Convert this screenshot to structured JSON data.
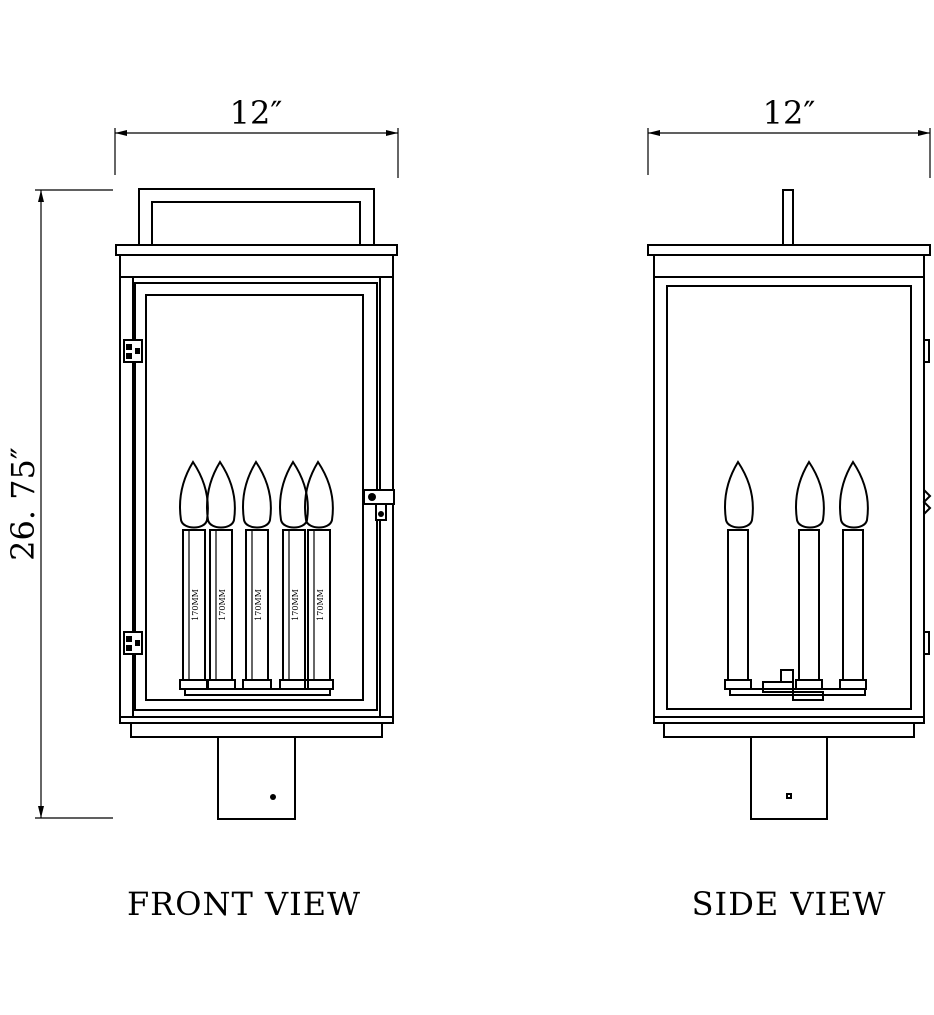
{
  "dimensions": {
    "front_width": "12″",
    "side_width": "12″",
    "height": "26. 75″"
  },
  "views": {
    "front_label": "FRONT VIEW",
    "side_label": "SIDE VIEW"
  },
  "candle_label": "170MM"
}
